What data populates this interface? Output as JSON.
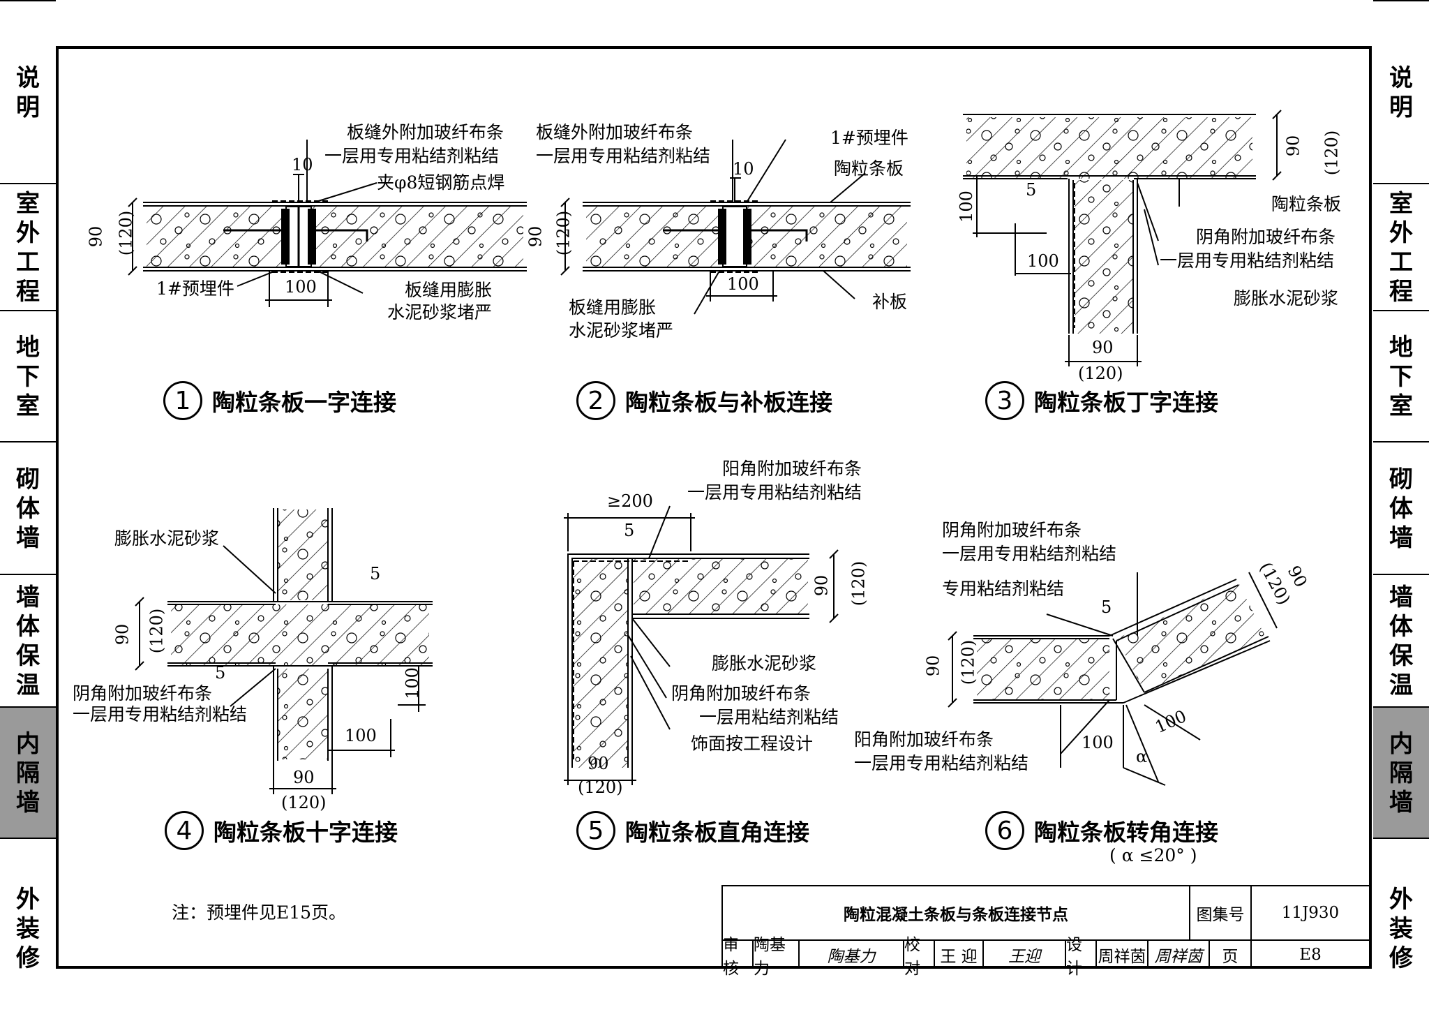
{
  "side_tabs": [
    {
      "label": "说明",
      "active": false
    },
    {
      "label": "室外工程",
      "active": false
    },
    {
      "label": "地下室",
      "active": false
    },
    {
      "label": "砌体墙",
      "active": false
    },
    {
      "label": "墙体保温",
      "active": false
    },
    {
      "label": "内隔墙",
      "active": true
    },
    {
      "label": "外装修",
      "active": false
    }
  ],
  "details": {
    "d1": {
      "number": "1",
      "caption": "陶粒条板一字连接",
      "labels": [
        "板缝外附加玻纤布条",
        "一层用专用粘结剂粘结",
        "夹φ8短钢筋点焊",
        "1#预埋件",
        "板缝用膨胀",
        "水泥砂浆堵严"
      ],
      "dims": [
        "10",
        "90",
        "(120)",
        "100"
      ]
    },
    "d2": {
      "number": "2",
      "caption": "陶粒条板与补板连接",
      "labels": [
        "板缝外附加玻纤布条",
        "一层用专用粘结剂粘结",
        "1#预埋件",
        "陶粒条板",
        "板缝用膨胀",
        "水泥砂浆堵严",
        "补板"
      ],
      "dims": [
        "10",
        "90",
        "(120)",
        "100"
      ]
    },
    "d3": {
      "number": "3",
      "caption": "陶粒条板丁字连接",
      "labels": [
        "陶粒条板",
        "阴角附加玻纤布条",
        "一层用专用粘结剂粘结",
        "膨胀水泥砂浆"
      ],
      "dims": [
        "90",
        "(120)",
        "100",
        "5",
        "100",
        "90",
        "(120)"
      ]
    },
    "d4": {
      "number": "4",
      "caption": "陶粒条板十字连接",
      "labels": [
        "膨胀水泥砂浆",
        "阴角附加玻纤布条",
        "一层用专用粘结剂粘结"
      ],
      "dims": [
        "5",
        "90",
        "(120)",
        "5",
        "100",
        "100",
        "90",
        "(120)"
      ]
    },
    "d5": {
      "number": "5",
      "caption": "陶粒条板直角连接",
      "labels": [
        "阳角附加玻纤布条",
        "一层用专用粘结剂粘结",
        "膨胀水泥砂浆",
        "阴角附加玻纤布条",
        "一层用粘结剂粘结",
        "饰面按工程设计"
      ],
      "dims": [
        "≥200",
        "5",
        "90",
        "(120)",
        "90",
        "(120)"
      ]
    },
    "d6": {
      "number": "6",
      "caption": "陶粒条板转角连接",
      "subcaption": "( α ≤20° )",
      "labels": [
        "阴角附加玻纤布条",
        "一层用专用粘结剂粘结",
        "专用粘结剂粘结",
        "阳角附加玻纤布条",
        "一层用专用粘结剂粘结"
      ],
      "dims": [
        "5",
        "90",
        "(120)",
        "90",
        "(120)",
        "100",
        "100",
        "α"
      ]
    }
  },
  "note": "注：预埋件见E15页。",
  "title_block": {
    "title": "陶粒混凝土条板与条板连接节点",
    "atlas_label": "图集号",
    "atlas_no": "11J930",
    "review_label": "审核",
    "reviewer": "陶基力",
    "reviewer_sig": "陶基力",
    "check_label": "校对",
    "checker": "王 迎",
    "checker_sig": "王迎",
    "design_label": "设计",
    "designer": "周祥茵",
    "designer_sig": "周祥茵",
    "page_label": "页",
    "page_no": "E8"
  }
}
